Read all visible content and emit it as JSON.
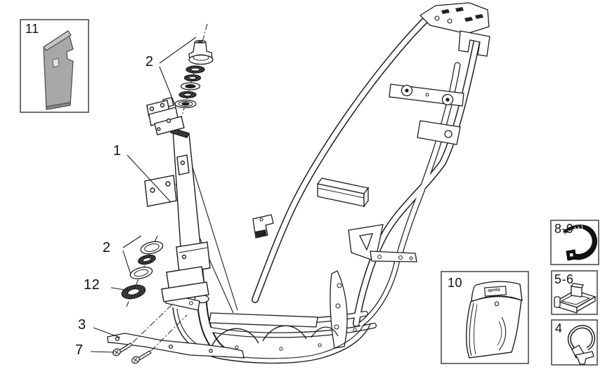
{
  "diagram": {
    "kind": "exploded-parts-diagram",
    "subject": "scooter frame assembly",
    "colors": {
      "line": "#1d1d1d",
      "background": "#ffffff",
      "mat_gray": "#a8a8a8",
      "box_border": "#4d4d4d"
    }
  },
  "parts": [
    {
      "id": "frame",
      "label": "1"
    },
    {
      "id": "steering-stack-upper",
      "label": "2"
    },
    {
      "id": "lower-bracket",
      "label": "3"
    },
    {
      "id": "clamp",
      "label": "4"
    },
    {
      "id": "clip",
      "label": "5-6"
    },
    {
      "id": "screws",
      "label": "7"
    },
    {
      "id": "cable-tie",
      "label": "8-9"
    },
    {
      "id": "kit-bag",
      "label": "10"
    },
    {
      "id": "floor-mat",
      "label": "11"
    },
    {
      "id": "bearing-ring",
      "label": "12"
    },
    {
      "id": "steering-stack-lower",
      "label": "2"
    }
  ],
  "bag": {
    "brand": "aprilia"
  }
}
